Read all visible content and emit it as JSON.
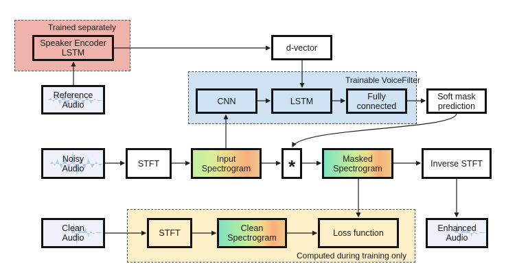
{
  "groups": {
    "trained_separately": "Trained separately",
    "trainable_voicefilter": "Trainable VoiceFilter",
    "computed_training": "Computed during training only"
  },
  "nodes": {
    "speaker_encoder": "Speaker Encoder\nLSTM",
    "reference_audio": "Reference\nAudio",
    "d_vector": "d-vector",
    "cnn": "CNN",
    "lstm": "LSTM",
    "fully_connected": "Fully\nconnected",
    "soft_mask": "Soft mask\nprediction",
    "noisy_audio": "Noisy\nAudio",
    "stft": "STFT",
    "input_spectrogram": "Input\nSpectrogram",
    "multiply": "*",
    "masked_spectrogram": "Masked\nSpectrogram",
    "inverse_stft": "Inverse STFT",
    "clean_audio": "Clean\nAudio",
    "stft_clean": "STFT",
    "clean_spectrogram": "Clean\nSpectrogram",
    "loss_function": "Loss function",
    "enhanced_audio": "Enhanced\nAudio"
  }
}
